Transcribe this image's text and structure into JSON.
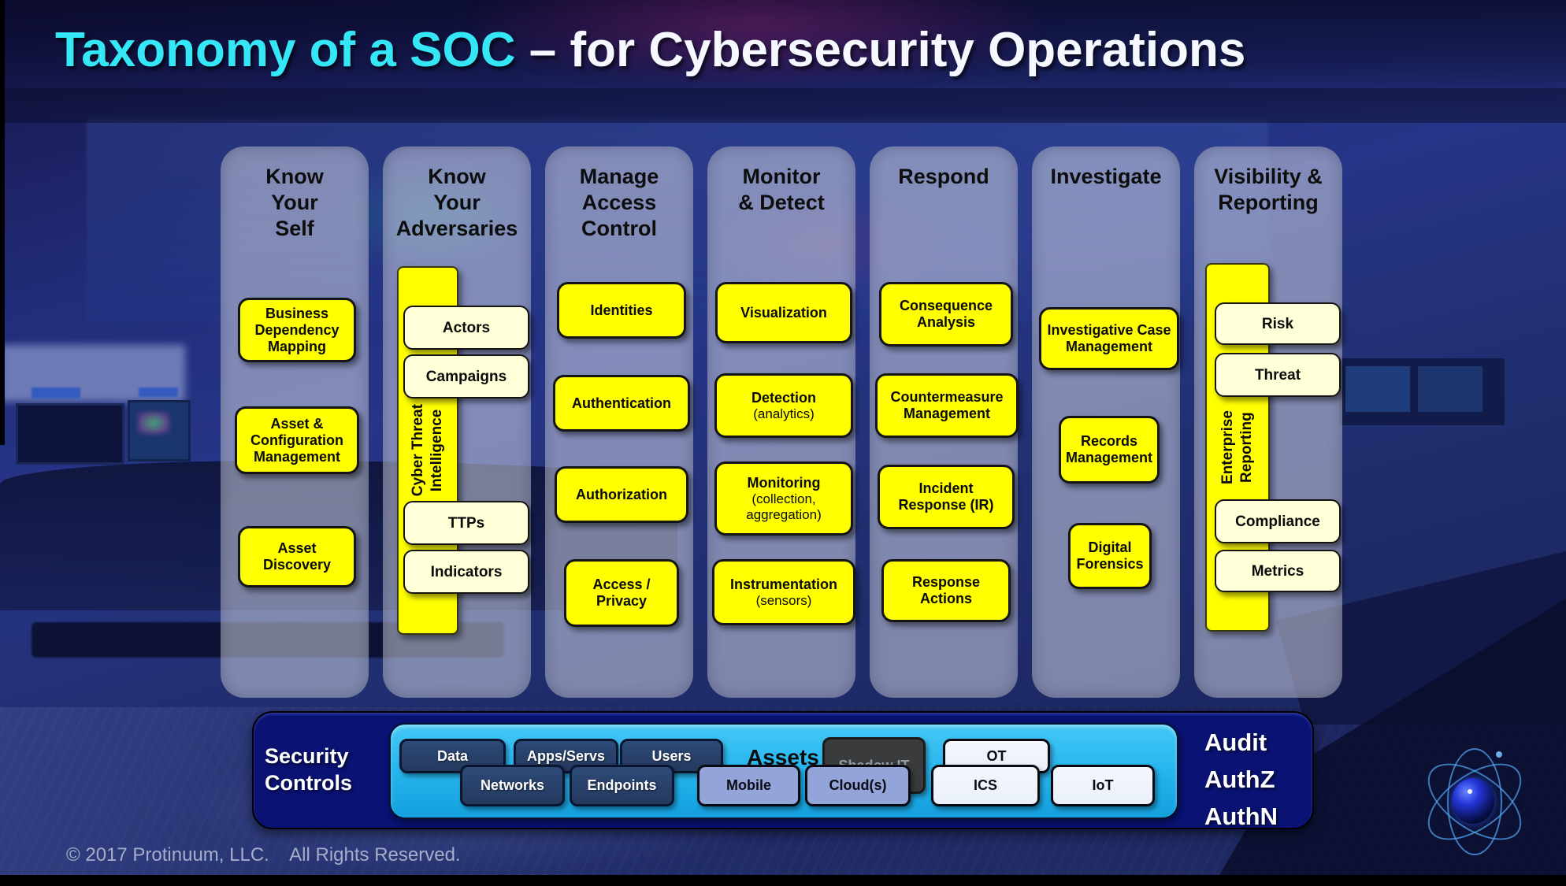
{
  "title": {
    "highlight": "Taxonomy of a SOC",
    "rest": "– for Cybersecurity Operations"
  },
  "columns": [
    {
      "header": "Know\nYour\nSelf",
      "boxes": [
        {
          "label": "Business\nDependency\nMapping"
        },
        {
          "label": "Asset &\nConfiguration\nManagement"
        },
        {
          "label": "Asset\nDiscovery"
        }
      ]
    },
    {
      "header": "Know\nYour\nAdversaries",
      "band_label": "Cyber Threat\nIntelligence",
      "boxes": [
        {
          "label": "Actors"
        },
        {
          "label": "Campaigns"
        },
        {
          "label": "TTPs"
        },
        {
          "label": "Indicators"
        }
      ]
    },
    {
      "header": "Manage\nAccess\nControl",
      "boxes": [
        {
          "label": "Identities"
        },
        {
          "label": "Authentication"
        },
        {
          "label": "Authorization"
        },
        {
          "label": "Access /\nPrivacy"
        }
      ]
    },
    {
      "header": "Monitor\n& Detect",
      "boxes": [
        {
          "label": "Visualization"
        },
        {
          "label": "Detection",
          "sub": "(analytics)"
        },
        {
          "label": "Monitoring",
          "sub": "(collection, aggregation)"
        },
        {
          "label": "Instrumentation",
          "sub": "(sensors)"
        }
      ]
    },
    {
      "header": "Respond",
      "boxes": [
        {
          "label": "Consequence\nAnalysis"
        },
        {
          "label": "Countermeasure\nManagement"
        },
        {
          "label": "Incident\nResponse (IR)"
        },
        {
          "label": "Response\nActions"
        }
      ]
    },
    {
      "header": "Investigate",
      "boxes": [
        {
          "label": "Investigative Case\nManagement"
        },
        {
          "label": "Records\nManagement"
        },
        {
          "label": "Digital\nForensics"
        }
      ]
    },
    {
      "header": "Visibility &\nReporting",
      "band_label": "Enterprise\nReporting",
      "boxes": [
        {
          "label": "Risk"
        },
        {
          "label": "Threat"
        },
        {
          "label": "Compliance"
        },
        {
          "label": "Metrics"
        }
      ]
    }
  ],
  "bottom_bar": {
    "security_controls": "Security\nControls",
    "assets_label": "Assets",
    "assets": [
      {
        "label": "Data"
      },
      {
        "label": "Apps/Servs"
      },
      {
        "label": "Users"
      },
      {
        "label": "Networks"
      },
      {
        "label": "Endpoints"
      },
      {
        "label": "Mobile"
      },
      {
        "label": "Cloud(s)"
      },
      {
        "label": "Shadow IT"
      },
      {
        "label": "OT"
      },
      {
        "label": "ICS"
      },
      {
        "label": "IoT"
      }
    ],
    "auth": [
      "Audit",
      "AuthZ",
      "AuthN"
    ]
  },
  "footer": {
    "copyright": "© 2017 Protinuum, LLC.    All Rights Reserved."
  },
  "colors": {
    "title-cyan": "#35E6F7",
    "bright-yellow": "#FFFF00",
    "cream-yellow": "#FFFFD8",
    "panel-cyan": "#29B7EE",
    "bar-navy": "#0A1273",
    "box-navy": "#25395E",
    "box-periwinkle": "#93A4D8",
    "box-shadow-gray": "#3A3B3D",
    "box-light": "#EAF0F9"
  }
}
